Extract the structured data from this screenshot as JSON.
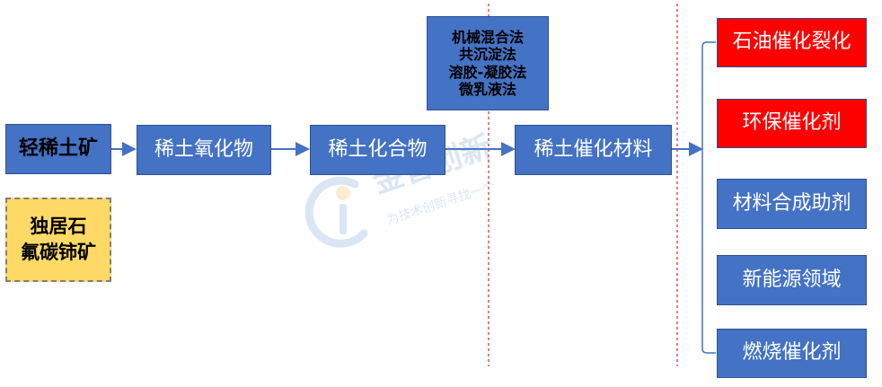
{
  "nodes": {
    "light_ore": "轻稀土矿",
    "ore_types": "独居石\n氟碳铈矿",
    "rare_earth_oxide": "稀土氧化物",
    "rare_earth_compound": "稀土化合物",
    "methods": "机械混合法\n共沉淀法\n溶胶-凝胶法\n微乳液法",
    "rare_earth_catalyst": "稀土催化材料"
  },
  "applications": [
    "石油催化裂化",
    "环保催化剂",
    "材料合成助剂",
    "新能源领域",
    "燃烧催化剂"
  ],
  "watermark": {
    "brand": "金智创新",
    "slogan": "为技术创新寻找一个"
  },
  "colors": {
    "blue": "#4472c4",
    "blue_border": "#2f528f",
    "red": "#ff0000",
    "yellow": "#ffd966",
    "divider": "#c00000"
  }
}
